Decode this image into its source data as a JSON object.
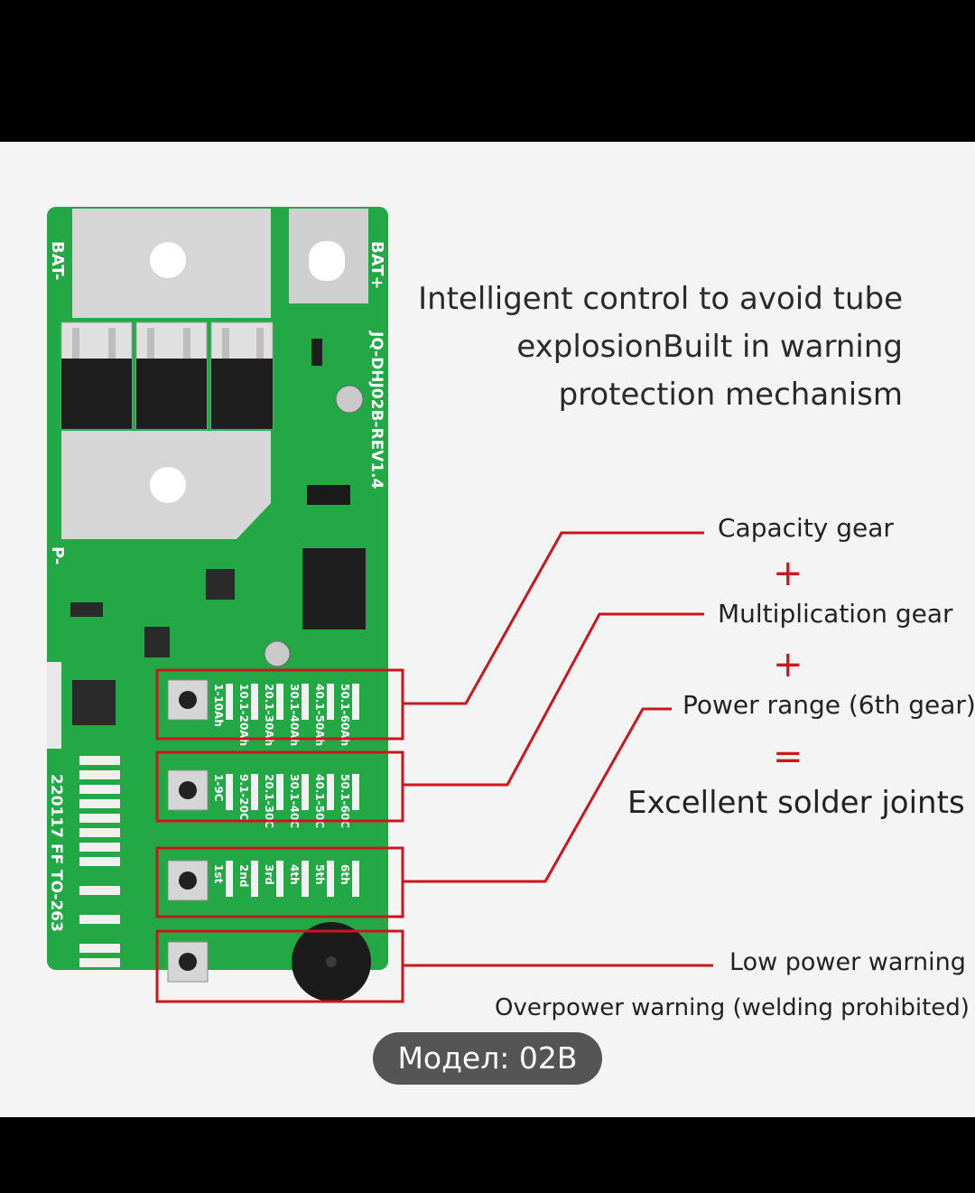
{
  "heading": {
    "line1": "Intelligent control to avoid tube",
    "line2": "explosionBuilt in warning",
    "line3": "protection mechanism"
  },
  "callouts": {
    "capacity_gear": "Capacity gear",
    "multiplication_gear": "Multiplication gear",
    "power_range": "Power range (6th gear)",
    "excellent_solder_joints": "Excellent solder joints",
    "low_power_warning": "Low power warning",
    "overpower_warning": "Overpower warning (welding prohibited)"
  },
  "operators": {
    "plus1": "+",
    "plus2": "+",
    "equals": "="
  },
  "pcb": {
    "bat_minus": "BAT-",
    "bat_plus": "BAT+",
    "p_minus": "P-",
    "board_id": "JQ-DHJ02B-REV1.4",
    "date_code": "220117  FF  TO-263",
    "capacity_labels": [
      "1-10Ah",
      "10.1-20Ah",
      "20.1-30Ah",
      "30.1-40Ah",
      "40.1-50Ah",
      "50.1-60Ah"
    ],
    "multiplier_labels": [
      "1-9C",
      "9.1-20C",
      "20.1-30C",
      "30.1-40C",
      "40.1-50C",
      "50.1-60C"
    ],
    "gear_labels": [
      "1st",
      "2nd",
      "3rd",
      "4th",
      "5th",
      "6th"
    ]
  },
  "model_badge": "Модел: 02B",
  "colors": {
    "pcb_green": "#22a845",
    "highlight_red": "#c8171f",
    "background": "#f4f4f4"
  }
}
